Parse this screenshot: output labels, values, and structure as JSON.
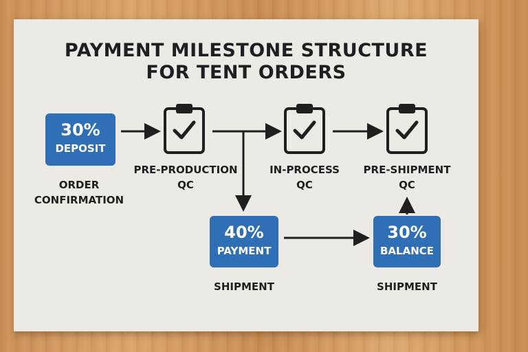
{
  "title": {
    "line1": "PAYMENT MILESTONE STRUCTURE",
    "line2": "FOR TENT ORDERS"
  },
  "payments": {
    "deposit": {
      "percent": "30%",
      "label": "DEPOSIT"
    },
    "payment": {
      "percent": "40%",
      "label": "PAYMENT"
    },
    "balance": {
      "percent": "30%",
      "label": "BALANCE"
    }
  },
  "labels": {
    "order_confirmation": {
      "line1": "ORDER",
      "line2": "CONFIRMATION"
    },
    "pre_production": {
      "line1": "PRE-PRODUCTION",
      "line2": "QC"
    },
    "in_process": {
      "line1": "IN-PROCESS",
      "line2": "QC"
    },
    "pre_shipment": {
      "line1": "PRE-SHIPMENT",
      "line2": "QC"
    },
    "shipment_1": "SHIPMENT",
    "shipment_2": "SHIPMENT"
  },
  "colors": {
    "box_blue": "#2f6fb6",
    "text_dark": "#1f1f1f",
    "card_bg": "#eceae5"
  },
  "icons": {
    "qc": "clipboard-check-icon"
  }
}
